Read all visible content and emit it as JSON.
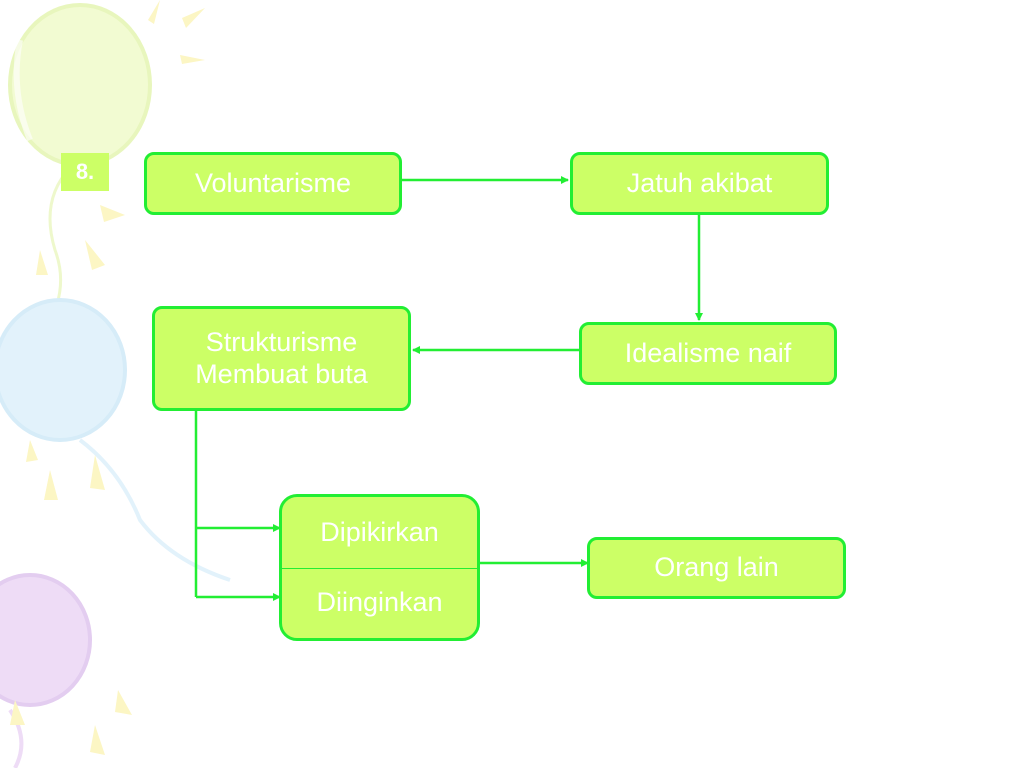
{
  "slide": {
    "number": "8."
  },
  "nodes": {
    "voluntarisme": "Voluntarisme",
    "jatuh_akibat": "Jatuh akibat",
    "idealisme_naif": "Idealisme naif",
    "strukturisme_line1": "Strukturisme",
    "strukturisme_line2": "Membuat buta",
    "dipikirkan": "Dipikirkan",
    "diinginkan": "Diinginkan",
    "orang_lain": "Orang lain"
  },
  "colors": {
    "box_fill": "#ccff66",
    "box_border": "#22ee33",
    "text": "#ffffff",
    "connector": "#22ee33"
  }
}
